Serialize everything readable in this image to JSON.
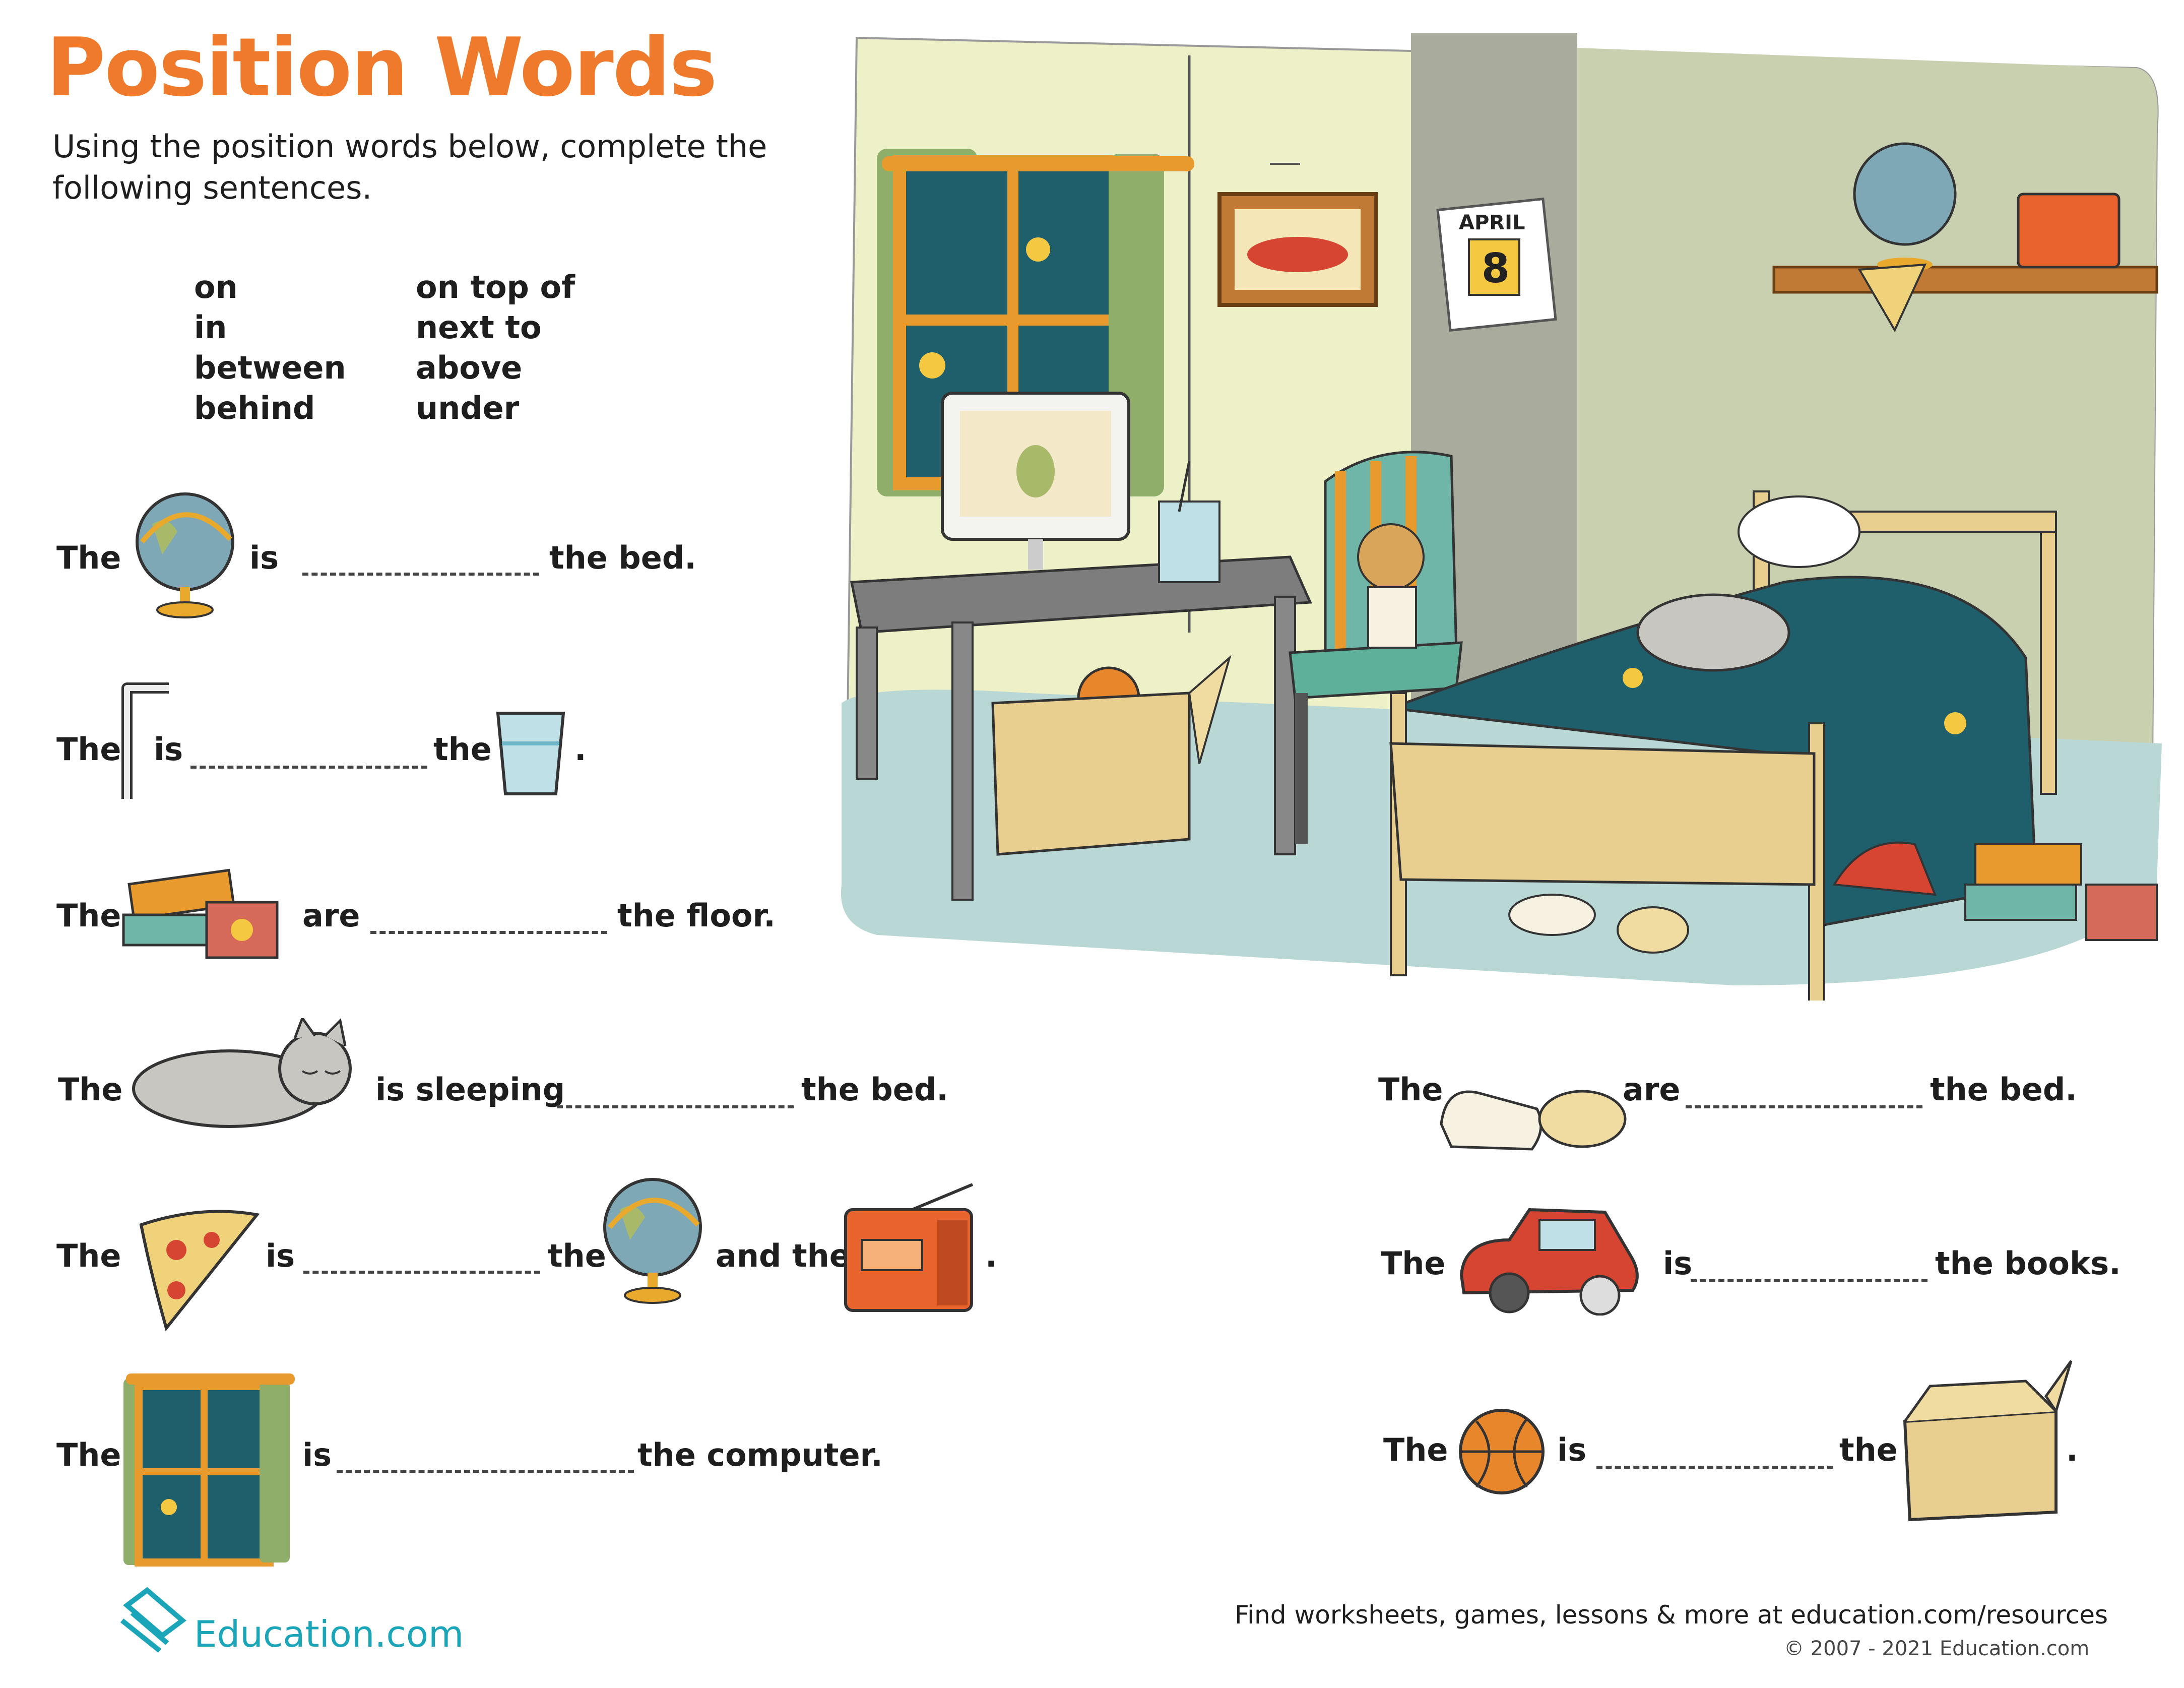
{
  "title": "Position Words",
  "instructions": "Using the position words below, complete the following sentences.",
  "word_bank": {
    "column1": [
      "on",
      "in",
      "between",
      "behind"
    ],
    "column2": [
      "on top of",
      "next to",
      "above",
      "under"
    ]
  },
  "sentences": {
    "s1": {
      "w1": "The",
      "w2": "is",
      "w3": "the bed."
    },
    "s2": {
      "w1": "The",
      "w2": "is",
      "w3": "the",
      "w4": "."
    },
    "s3": {
      "w1": "The",
      "w2": "are",
      "w3": "the floor."
    },
    "s4": {
      "w1": "The",
      "w2": "is sleeping",
      "w3": "the bed."
    },
    "s5": {
      "w1": "The",
      "w2": "is",
      "w3": "the",
      "w4": "and the",
      "w5": "."
    },
    "s6": {
      "w1": "The",
      "w2": "is",
      "w3": "the computer."
    },
    "s7": {
      "w1": "The",
      "w2": "are",
      "w3": "the bed."
    },
    "s8": {
      "w1": "The",
      "w2": "is",
      "w3": "the books."
    },
    "s9": {
      "w1": "The",
      "w2": "is",
      "w3": "the",
      "w4": "."
    }
  },
  "scene": {
    "calendar_month": "APRIL",
    "calendar_day": "8"
  },
  "footer": {
    "logo": "Education.com",
    "tagline": "Find worksheets, games, lessons & more at education.com/resources",
    "copyright": "© 2007 - 2021 Education.com"
  },
  "colors": {
    "title": "#f07a2b",
    "logo": "#1aa5b8",
    "wall": "#eef0c8",
    "floor": "#b9d7d4",
    "blanket": "#1f5e6b"
  }
}
